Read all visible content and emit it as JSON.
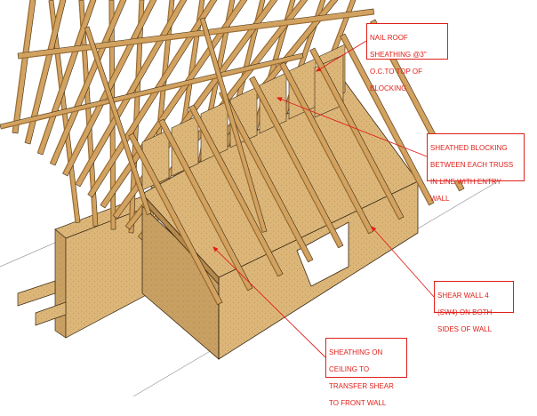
{
  "callouts": [
    {
      "id": "nail-roof",
      "lines": [
        "NAIL ROOF",
        "SHEATHING @3\"",
        "O.C.TO TOP OF",
        "BLOCKING"
      ]
    },
    {
      "id": "sheathed-blocking",
      "lines": [
        "SHEATHED BLOCKING",
        "BETWEEN EACH TRUSS",
        "IN LINE WITH ENTRY",
        "WALL"
      ]
    },
    {
      "id": "shear-wall",
      "lines": [
        "SHEAR WALL 4",
        "(SW4) ON BOTH",
        "SIDES OF WALL"
      ]
    },
    {
      "id": "ceiling-sheathing",
      "lines": [
        "SHEATHING ON",
        "CEILING TO",
        "TRANSFER SHEAR",
        "TO FRONT WALL"
      ]
    }
  ],
  "colors": {
    "annotation": "#e0201a",
    "lumber": "#d2a260",
    "lumber_dark": "#9a6c32",
    "osb": "#dcb679",
    "osb_shade": "#c79d5c",
    "outline": "#3a2a14"
  }
}
